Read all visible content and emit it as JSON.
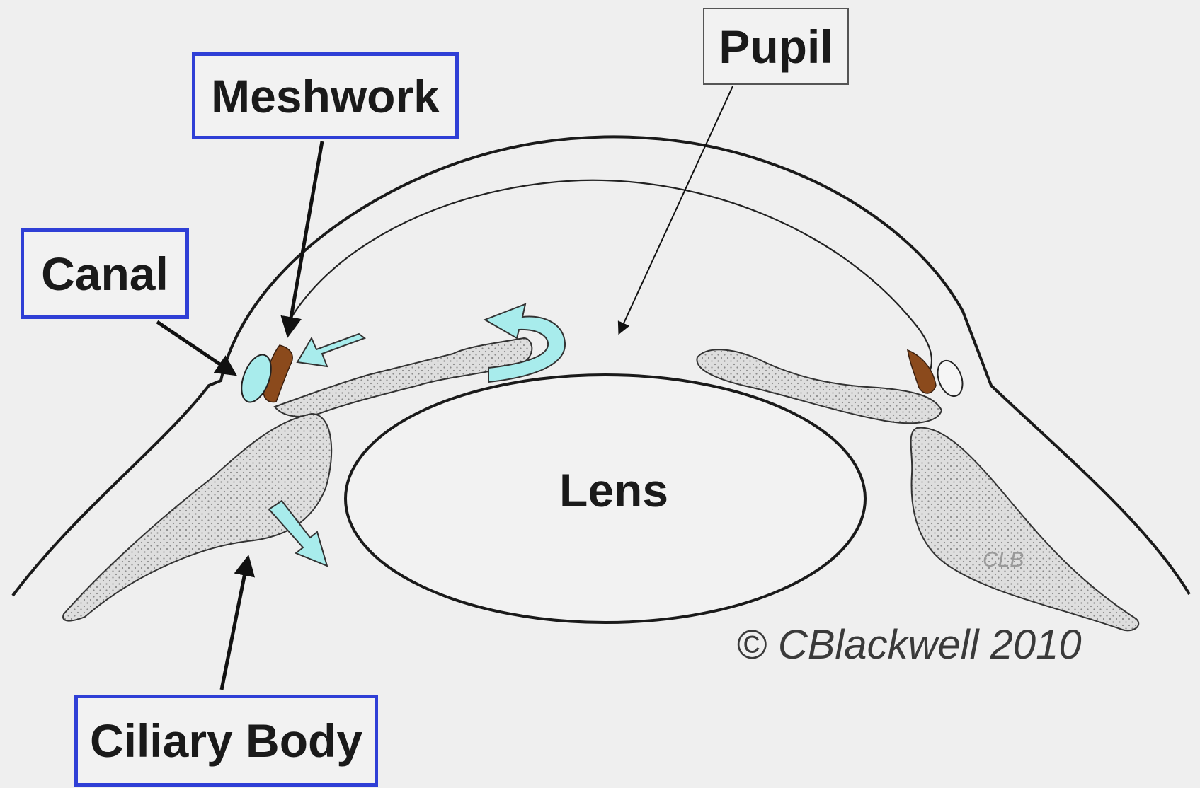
{
  "labels": {
    "meshwork": "Meshwork",
    "pupil": "Pupil",
    "canal": "Canal",
    "ciliary_body": "Ciliary Body",
    "lens": "Lens"
  },
  "copyright": "© CBlackwell 2010",
  "initials": "CLB",
  "colors": {
    "background": "#efefef",
    "label_border_blue": "#2f3fd6",
    "label_border_gray": "#555555",
    "flow_arrow_fill": "#a8ecec",
    "meshwork_tissue": "#8b4a1c",
    "canal_fill": "#a8ecec",
    "stipple_fill": "#dcdcdc"
  }
}
